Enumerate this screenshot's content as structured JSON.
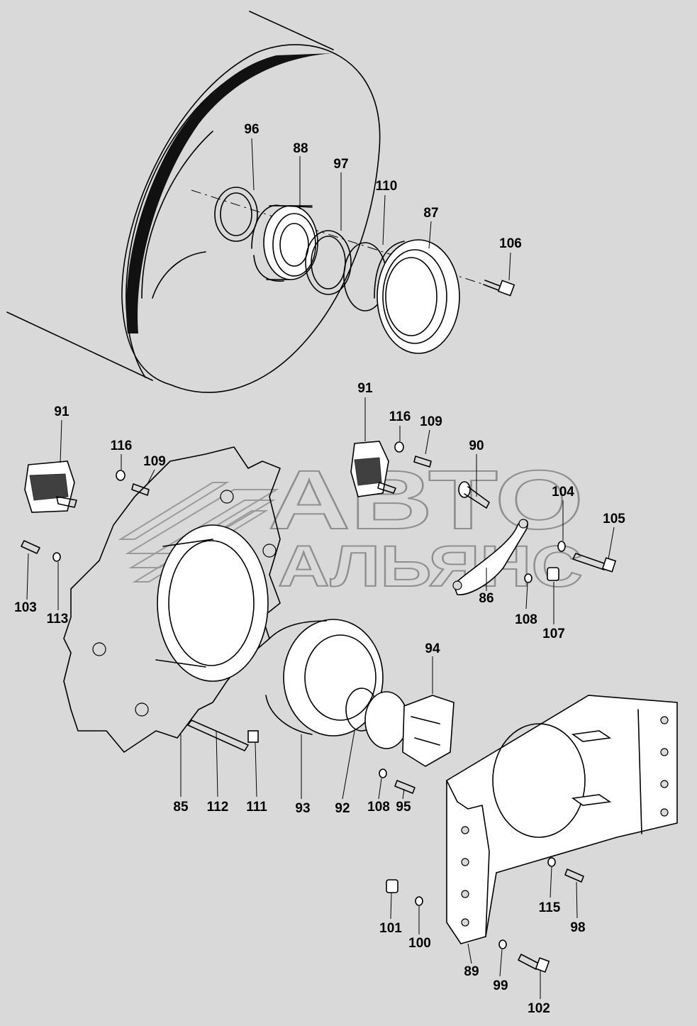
{
  "background": "#d9d9d9",
  "watermark": {
    "line1": "АВТО",
    "line2": "АЛЬЯНС",
    "color": "#8f8f8f"
  },
  "labels": {
    "p96": "96",
    "p88": "88",
    "p97": "97",
    "p110": "110",
    "p87": "87",
    "p106": "106",
    "p91a": "91",
    "p116a": "116",
    "p109a": "109",
    "p103": "103",
    "p113": "113",
    "p91b": "91",
    "p116b": "116",
    "p109b": "109",
    "p90": "90",
    "p104": "104",
    "p105": "105",
    "p86": "86",
    "p108a": "108",
    "p107": "107",
    "p94": "94",
    "p85": "85",
    "p112": "112",
    "p111": "111",
    "p93": "93",
    "p92": "92",
    "p108b": "108",
    "p95": "95",
    "p115": "115",
    "p98": "98",
    "p101": "101",
    "p100": "100",
    "p89": "89",
    "p99": "99",
    "p102": "102"
  }
}
